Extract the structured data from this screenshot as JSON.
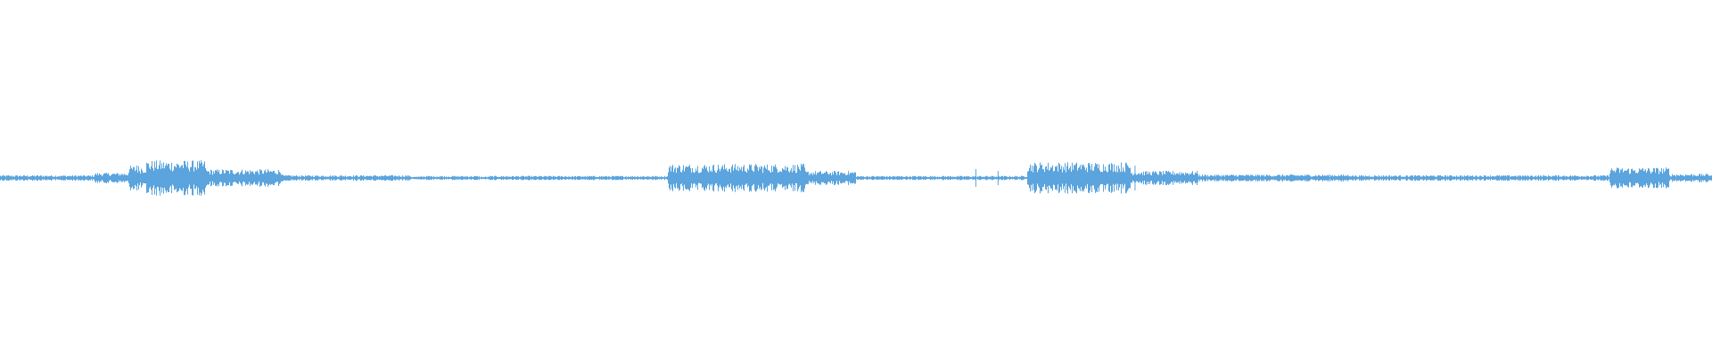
{
  "waveform": {
    "color": "#5ba4dd",
    "background": "#ffffff",
    "baseline_amplitude": 0.004,
    "activity_segments": [
      {
        "start_fraction": 0.0,
        "end_fraction": 0.055,
        "amplitude": 0.008
      },
      {
        "start_fraction": 0.055,
        "end_fraction": 0.075,
        "amplitude": 0.015
      },
      {
        "start_fraction": 0.075,
        "end_fraction": 0.085,
        "amplitude": 0.035
      },
      {
        "start_fraction": 0.085,
        "end_fraction": 0.12,
        "amplitude": 0.05
      },
      {
        "start_fraction": 0.12,
        "end_fraction": 0.165,
        "amplitude": 0.025
      },
      {
        "start_fraction": 0.165,
        "end_fraction": 0.24,
        "amplitude": 0.008
      },
      {
        "start_fraction": 0.245,
        "end_fraction": 0.28,
        "amplitude": 0.006
      },
      {
        "start_fraction": 0.285,
        "end_fraction": 0.39,
        "amplitude": 0.006
      },
      {
        "start_fraction": 0.39,
        "end_fraction": 0.47,
        "amplitude": 0.04
      },
      {
        "start_fraction": 0.47,
        "end_fraction": 0.5,
        "amplitude": 0.02
      },
      {
        "start_fraction": 0.5,
        "end_fraction": 0.6,
        "amplitude": 0.006
      },
      {
        "start_fraction": 0.6,
        "end_fraction": 0.66,
        "amplitude": 0.045
      },
      {
        "start_fraction": 0.66,
        "end_fraction": 0.7,
        "amplitude": 0.02
      },
      {
        "start_fraction": 0.7,
        "end_fraction": 0.79,
        "amplitude": 0.01
      },
      {
        "start_fraction": 0.79,
        "end_fraction": 0.94,
        "amplitude": 0.008
      },
      {
        "start_fraction": 0.94,
        "end_fraction": 0.975,
        "amplitude": 0.03
      },
      {
        "start_fraction": 0.975,
        "end_fraction": 1.0,
        "amplitude": 0.012
      }
    ],
    "spikes": [
      {
        "position_fraction": 0.08,
        "amplitude": 0.07
      },
      {
        "position_fraction": 0.106,
        "amplitude": 0.07
      },
      {
        "position_fraction": 0.57,
        "amplitude": 0.05
      },
      {
        "position_fraction": 0.583,
        "amplitude": 0.04
      },
      {
        "position_fraction": 0.663,
        "amplitude": 0.07
      },
      {
        "position_fraction": 0.961,
        "amplitude": 0.05
      }
    ]
  }
}
